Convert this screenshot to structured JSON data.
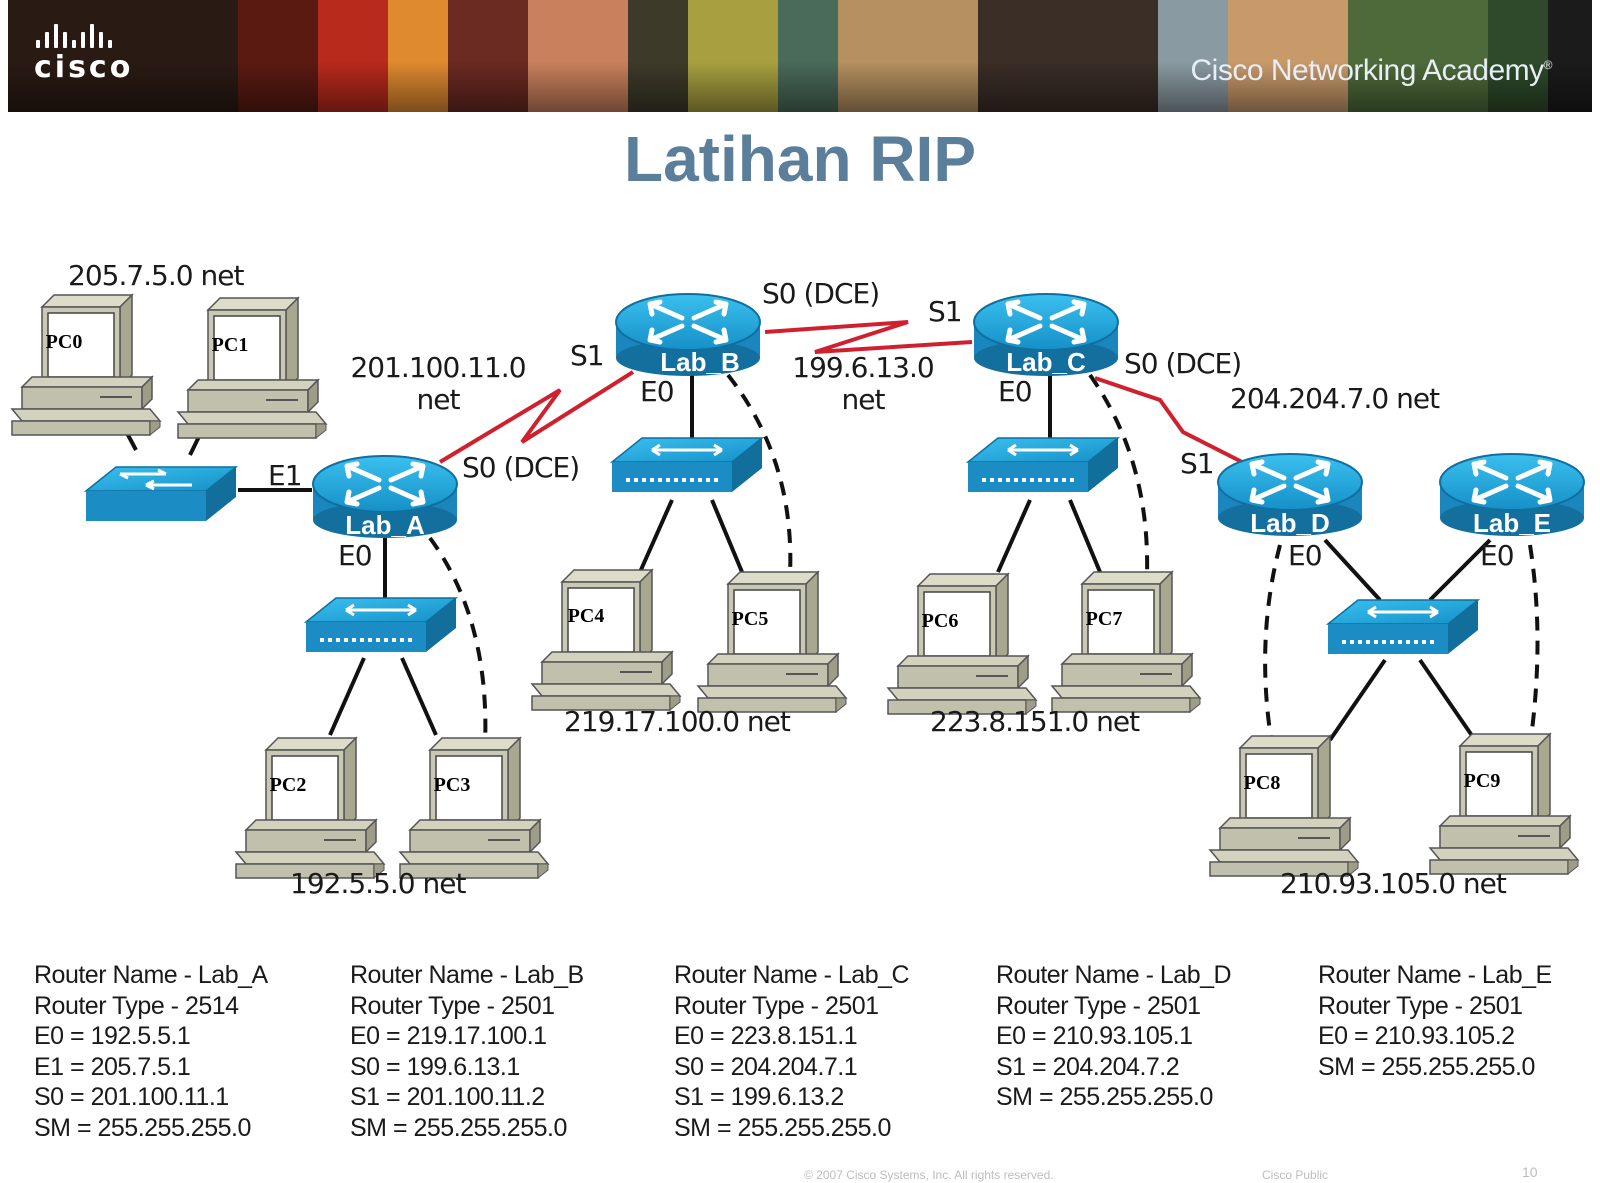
{
  "header": {
    "logo_text": "cisco",
    "academy_text": "Cisco Networking Academy",
    "academy_mark": "®"
  },
  "title": "Latihan RIP",
  "diagram": {
    "networks": {
      "lab_a_lan1": "205.7.5.0 net",
      "lab_a_lan0": "192.5.5.0 net",
      "ab_serial_line1": "201.100.11.0",
      "ab_serial_line2": "net",
      "lab_b_lan": "219.17.100.0 net",
      "bc_serial_line1": "199.6.13.0",
      "bc_serial_line2": "net",
      "lab_c_lan": "223.8.151.0 net",
      "cd_serial": "204.204.7.0 net",
      "de_lan": "210.93.105.0 net"
    },
    "interfaces": {
      "a_e1": "E1",
      "a_e0": "E0",
      "a_s0": "S0 (DCE)",
      "b_s1": "S1",
      "b_e0": "E0",
      "b_s0": "S0 (DCE)",
      "c_s1": "S1",
      "c_e0": "E0",
      "c_s0": "S0 (DCE)",
      "d_s1": "S1",
      "d_e0": "E0",
      "e_e0": "E0"
    },
    "routers": [
      "Lab_A",
      "Lab_B",
      "Lab_C",
      "Lab_D",
      "Lab_E"
    ],
    "pcs": [
      "PC0",
      "PC1",
      "PC2",
      "PC3",
      "PC4",
      "PC5",
      "PC6",
      "PC7",
      "PC8",
      "PC9"
    ]
  },
  "routers_info": [
    {
      "lines": [
        "Router Name -  Lab_A",
        "Router Type - 2514",
        "E0 = 192.5.5.1",
        "E1 = 205.7.5.1",
        "S0 = 201.100.11.1",
        "SM = 255.255.255.0"
      ]
    },
    {
      "lines": [
        "Router Name -  Lab_B",
        "Router Type - 2501",
        "E0 = 219.17.100.1",
        "S0 = 199.6.13.1",
        "S1 = 201.100.11.2",
        "SM = 255.255.255.0"
      ]
    },
    {
      "lines": [
        "Router Name -  Lab_C",
        "Router Type - 2501",
        "E0 = 223.8.151.1",
        "S0 = 204.204.7.1",
        "S1 = 199.6.13.2",
        "SM = 255.255.255.0"
      ]
    },
    {
      "lines": [
        "Router Name -  Lab_D",
        "Router Type - 2501",
        "E0 = 210.93.105.1",
        "S1 = 204.204.7.2",
        "SM = 255.255.255.0"
      ]
    },
    {
      "lines": [
        "Router Name -  Lab_E",
        "Router Type - 2501",
        "E0 = 210.93.105.2",
        "SM = 255.255.255.0"
      ]
    }
  ],
  "footer": {
    "copyright": "© 2007 Cisco Systems, Inc. All rights reserved.",
    "classification": "Cisco Public",
    "page": "10"
  },
  "colors": {
    "title": "#5b7e9b",
    "serial_link": "#d0202e",
    "device_blue": "#1fa3d8",
    "pc_body": "#c8c8b4"
  }
}
